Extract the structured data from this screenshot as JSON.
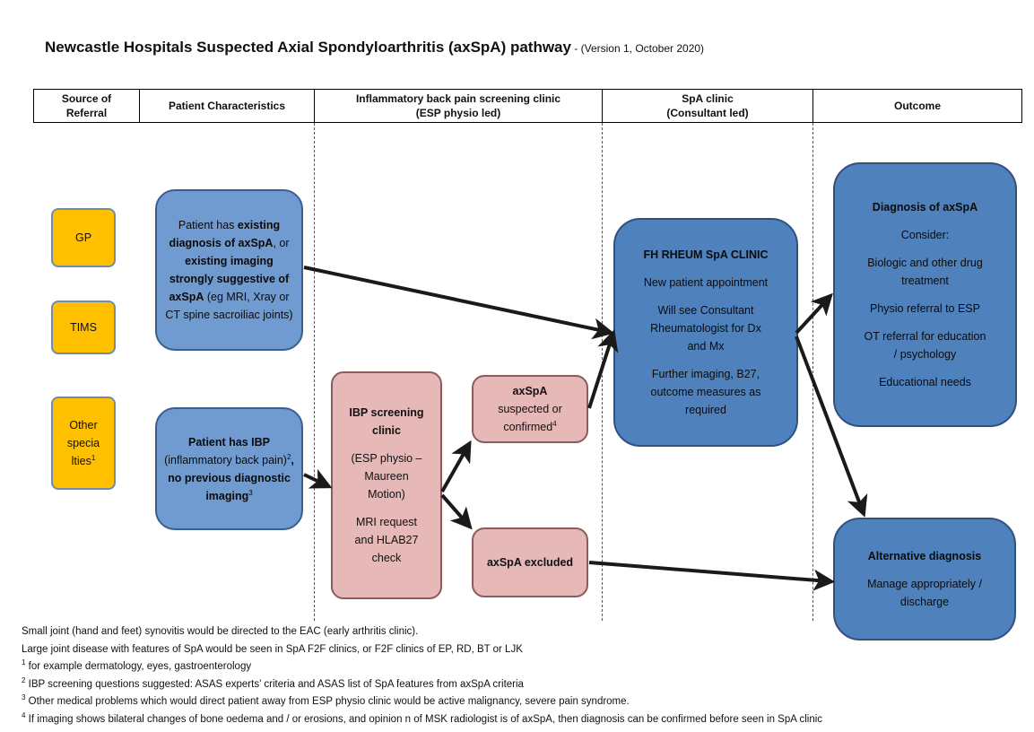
{
  "title": {
    "main": "Newcastle Hospitals Suspected Axial Spondyloarthritis (axSpA) pathway",
    "version": " - (Version 1, October 2020)"
  },
  "header": {
    "source": "Source of\nReferral",
    "characteristics": "Patient Characteristics",
    "screening": "Inflammatory back pain screening clinic\n(ESP physio led)",
    "spa_clinic": "SpA clinic\n(Consultant led)",
    "outcome": "Outcome"
  },
  "sources": {
    "gp": "GP",
    "tims": "TIMS",
    "other": "Other\nspecia\nlties",
    "other_sup": "1"
  },
  "patient_existing": {
    "t1": "Patient has ",
    "b1": "existing diagnosis of axSpA",
    "t2": ", or ",
    "b2": "existing imaging strongly suggestive of axSpA",
    "t3": " (eg MRI, Xray or CT spine sacroiliac joints)"
  },
  "patient_ibp": {
    "b1": "Patient has IBP",
    "t1": " (inflammatory back pain)",
    "sup1": "2",
    "b2": ", no previous diagnostic imaging",
    "sup2": "3"
  },
  "ibp_clinic": {
    "title": "IBP screening clinic",
    "physio": "(ESP physio –\nMaureen\nMotion)",
    "tests": "MRI request\nand HLAB27\ncheck"
  },
  "axspa_suspected": {
    "title": "axSpA",
    "text": "suspected or\nconfirmed",
    "sup": "4"
  },
  "axspa_excluded": {
    "text": "axSpA excluded"
  },
  "fh_clinic": {
    "title": "FH RHEUM SpA CLINIC",
    "p1": "New patient appointment",
    "p2": "Will see Consultant\nRheumatologist for Dx\nand Mx",
    "p3": "Further imaging, B27,\noutcome measures as\nrequired"
  },
  "diagnosis": {
    "title": "Diagnosis of axSpA",
    "consider": "Consider:",
    "item1": "Biologic and other drug\ntreatment",
    "item2": "Physio referral to ESP",
    "item3": "OT referral for education\n/ psychology",
    "item4": "Educational needs"
  },
  "alternative": {
    "title": "Alternative diagnosis",
    "text": "Manage appropriately /\ndischarge"
  },
  "notes": {
    "n1": "Small joint (hand and feet) synovitis would be directed to the EAC (early arthritis clinic).",
    "n2": "Large joint disease with features of SpA would be seen in SpA F2F clinics, or F2F clinics of EP, RD, BT or LJK",
    "f1_mark": "1",
    "f1": " for example dermatology, eyes, gastroenterology",
    "f2_mark": "2",
    "f2": " IBP screening questions suggested: ASAS experts’ criteria and ASAS list of SpA features from axSpA criteria",
    "f3_mark": "3",
    "f3": " Other medical problems which would direct patient away from ESP physio clinic would be active malignancy, severe pain syndrome.",
    "f4_mark": "4",
    "f4": " If imaging shows bilateral changes of bone oedema and / or erosions, and opinion n of MSK radiologist is of axSpA, then diagnosis can be confirmed before seen in SpA clinic"
  },
  "colors": {
    "source_fill": "#ffc000",
    "patient_fill": "#6f9bd1",
    "screening_fill": "#e6b8b7",
    "clinic_fill": "#4f81bd",
    "arrow": "#1a1a1a"
  }
}
